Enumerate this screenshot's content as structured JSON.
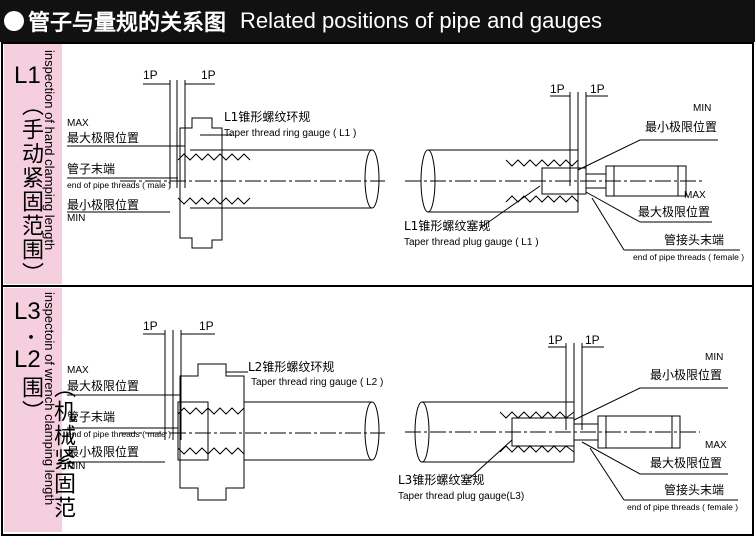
{
  "title": {
    "cn": "管子与量规的关系图",
    "en": "Related positions of pipe and gauges"
  },
  "sections": [
    {
      "side_code": "L1",
      "side_cn": "（手动紧固范围）",
      "side_en": "inspection of hand clamping length",
      "left": {
        "pitch_left": "1P",
        "pitch_right": "1P",
        "max_en": "MAX",
        "max_cn": "最大极限位置",
        "pipe_end_cn": "管子末端",
        "pipe_end_en": "end of pipe threads ( male )",
        "min_cn": "最小极限位置",
        "min_en": "MIN",
        "gauge_cn": "L1锥形螺纹环规",
        "gauge_en": "Taper thread ring gauge ( L1 )"
      },
      "right": {
        "pitch_left": "1P",
        "pitch_right": "1P",
        "min_en": "MIN",
        "min_cn": "最小极限位置",
        "max_en": "MAX",
        "max_cn": "最大极限位置",
        "socket_end_cn": "管接头末端",
        "socket_end_en": "end of pipe threads ( female )",
        "gauge_cn": "L1锥形螺纹塞规",
        "gauge_en": "Taper thread plug gauge ( L1 )"
      }
    },
    {
      "side_code": "L3",
      "side_dot": "・",
      "side_code2": "L2",
      "side_cn": "（机械紧固范围）",
      "side_en": "inspectoin of wrench clamping length",
      "left": {
        "pitch_left": "1P",
        "pitch_right": "1P",
        "max_en": "MAX",
        "max_cn": "最大极限位置",
        "pipe_end_cn": "管子末端",
        "pipe_end_en": "end of pipe threads ( male )",
        "min_cn": "最小极限位置",
        "min_en": "MIN",
        "gauge_cn": "L2锥形螺纹环规",
        "gauge_en": "Taper thread ring gauge ( L2 )"
      },
      "right": {
        "pitch_left": "1P",
        "pitch_right": "1P",
        "min_en": "MIN",
        "min_cn": "最小极限位置",
        "max_en": "MAX",
        "max_cn": "最大极限位置",
        "socket_end_cn": "管接头末端",
        "socket_end_en": "end of pipe threads ( female )",
        "gauge_cn": "L3锥形螺纹塞规",
        "gauge_en": "Taper thread plug gauge(L3)"
      }
    }
  ],
  "colors": {
    "title_bg": "#111111",
    "side_bg": "#f6cfdf",
    "line": "#000000"
  }
}
